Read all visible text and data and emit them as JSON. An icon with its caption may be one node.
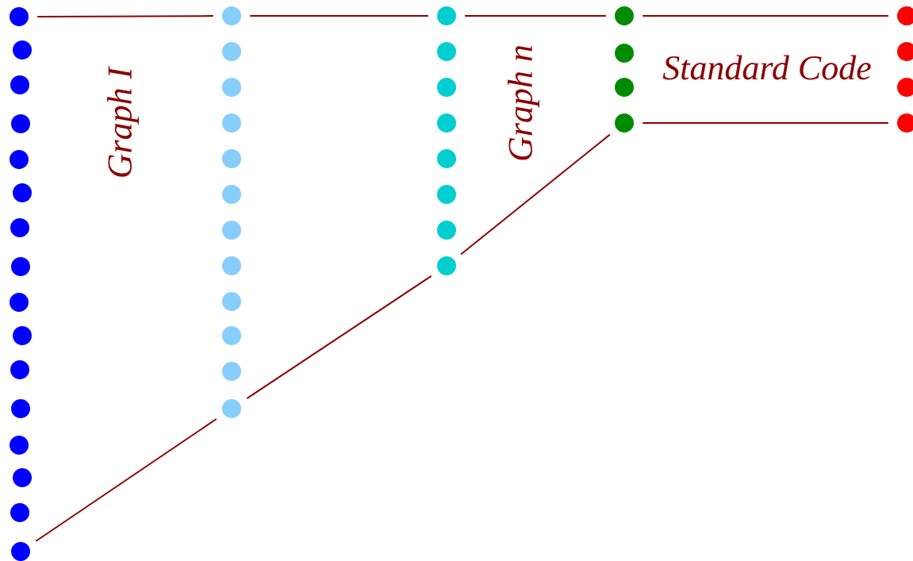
{
  "diagram": {
    "nodes": [
      {
        "text": [],
        "shape": "circle"
      },
      {
        "text": [],
        "shape": "circle"
      },
      {
        "text": [],
        "shape": "circle"
      },
      {
        "text": [],
        "shape": "circle"
      },
      {
        "text": [],
        "shape": "circle"
      },
      {
        "text": [],
        "shape": "circle"
      },
      {
        "text": [],
        "shape": "circle"
      },
      {
        "text": [],
        "shape": "circle"
      },
      {
        "text": [],
        "shape": "circle"
      },
      {
        "text": [],
        "shape": "circle"
      },
      {
        "text": [],
        "shape": "circle"
      },
      {
        "text": [],
        "shape": "circle"
      },
      {
        "text": [],
        "shape": "circle"
      },
      {
        "text": [],
        "shape": "circle"
      },
      {
        "text": [],
        "shape": "circle"
      },
      {
        "text": [],
        "shape": "circle"
      },
      {
        "text": [],
        "shape": "circle"
      },
      {
        "text": [],
        "shape": "circle"
      },
      {
        "text": [],
        "shape": "circle"
      },
      {
        "text": [],
        "shape": "circle"
      },
      {
        "text": [],
        "shape": "circle"
      },
      {
        "text": [],
        "shape": "circle"
      },
      {
        "text": [],
        "shape": "circle"
      },
      {
        "text": [],
        "shape": "circle"
      },
      {
        "text": [],
        "shape": "circle"
      },
      {
        "text": [],
        "shape": "circle"
      },
      {
        "text": [],
        "shape": "circle"
      },
      {
        "text": [],
        "shape": "circle"
      },
      {
        "text": [],
        "shape": "circle"
      },
      {
        "text": [],
        "shape": "circle"
      },
      {
        "text": [],
        "shape": "circle"
      },
      {
        "text": [],
        "shape": "circle"
      },
      {
        "text": [],
        "shape": "circle"
      },
      {
        "text": [],
        "shape": "circle"
      },
      {
        "text": [],
        "shape": "circle"
      },
      {
        "text": [],
        "shape": "circle"
      },
      {
        "text": [],
        "shape": "circle"
      },
      {
        "text": [],
        "shape": "circle"
      },
      {
        "text": [],
        "shape": "circle"
      },
      {
        "text": [],
        "shape": "circle"
      },
      {
        "text": [],
        "shape": "circle"
      },
      {
        "text": [],
        "shape": "circle"
      },
      {
        "text": [],
        "shape": "circle"
      },
      {
        "text": [],
        "shape": "circle"
      }
    ],
    "edges": [
      {
        "from": 0,
        "to": 16,
        "arrow": "none"
      },
      {
        "from": 16,
        "to": 28,
        "arrow": "none"
      },
      {
        "from": 28,
        "to": 36,
        "arrow": "none"
      },
      {
        "from": 36,
        "to": 40,
        "arrow": "none"
      },
      {
        "from": 15,
        "to": 27,
        "arrow": "none"
      },
      {
        "from": 27,
        "to": 35,
        "arrow": "none"
      },
      {
        "from": 35,
        "to": 39,
        "arrow": "none"
      },
      {
        "from": 39,
        "to": 43,
        "arrow": "none"
      }
    ],
    "labels": [
      "Graph I",
      "Graph n",
      "Standard Code"
    ]
  }
}
